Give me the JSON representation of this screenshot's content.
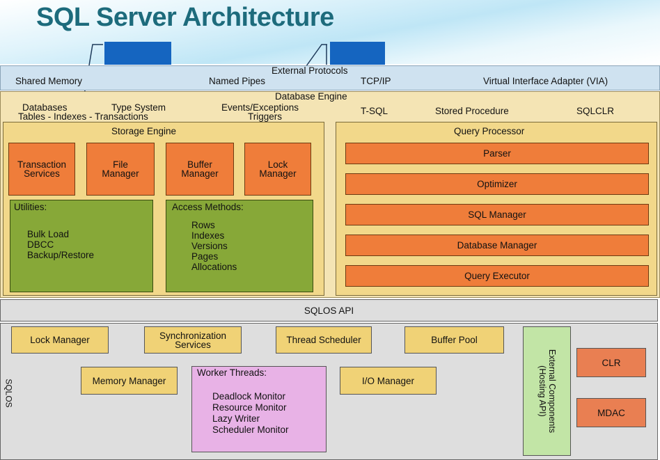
{
  "title": "SQL Server Architecture",
  "protocols": {
    "header": "External Protocols",
    "items": [
      "Shared Memory",
      "Named Pipes",
      "TCP/IP",
      "Virtual Interface Adapter (VIA)"
    ]
  },
  "engine": {
    "header": "Database Engine",
    "features": {
      "databases": "Databases",
      "tables": "Tables - Indexes - Transactions",
      "type_system": "Type System",
      "events": "Events/Exceptions",
      "triggers": "Triggers",
      "tsql": "T-SQL",
      "stored_procedure": "Stored Procedure",
      "sqlclr": "SQLCLR"
    }
  },
  "storage_engine": {
    "header": "Storage Engine",
    "components": [
      "Transaction Services",
      "File Manager",
      "Buffer Manager",
      "Lock Manager"
    ],
    "utilities": {
      "header": "Utilities:",
      "items": [
        "Bulk Load",
        "DBCC",
        "Backup/Restore"
      ]
    },
    "access_methods": {
      "header": "Access Methods:",
      "items": [
        "Rows",
        "Indexes",
        "Versions",
        "Pages",
        "Allocations"
      ]
    }
  },
  "query_processor": {
    "header": "Query Processor",
    "items": [
      "Parser",
      "Optimizer",
      "SQL Manager",
      "Database Manager",
      "Query Executor"
    ]
  },
  "sqlos_api": "SQLOS API",
  "sqlos": {
    "label": "SQLOS",
    "lock_manager": "Lock Manager",
    "sync_services": "Synchronization Services",
    "thread_scheduler": "Thread Scheduler",
    "buffer_pool": "Buffer Pool",
    "memory_manager": "Memory Manager",
    "io_manager": "I/O Manager",
    "worker_threads": {
      "header": "Worker Threads:",
      "items": [
        "Deadlock Monitor",
        "Resource Monitor",
        "Lazy Writer",
        "Scheduler Monitor"
      ]
    },
    "external_components": "External Components (Hosting API)",
    "clr": "CLR",
    "mdac": "MDAC"
  },
  "colors": {
    "title": "#1d6b7c",
    "accent_blue": "#1565c0",
    "orange": "#ef7d3a",
    "green": "#87a838",
    "yellow": "#f0d276",
    "pink": "#e8b2e6"
  }
}
